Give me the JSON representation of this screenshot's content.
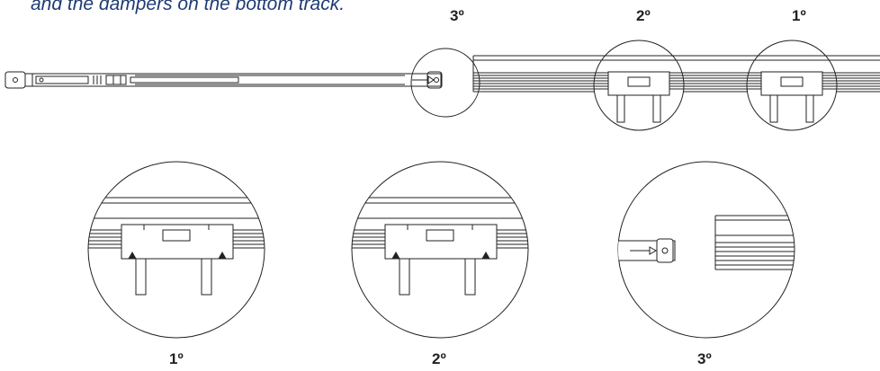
{
  "caption": "and the dampers on the bottom track.",
  "steps": {
    "top_3": "3º",
    "top_2": "2º",
    "top_1": "1º",
    "bottom_1": "1º",
    "bottom_2": "2º",
    "bottom_3": "3º"
  },
  "colors": {
    "caption": "#1f3b73",
    "line": "#222222"
  }
}
